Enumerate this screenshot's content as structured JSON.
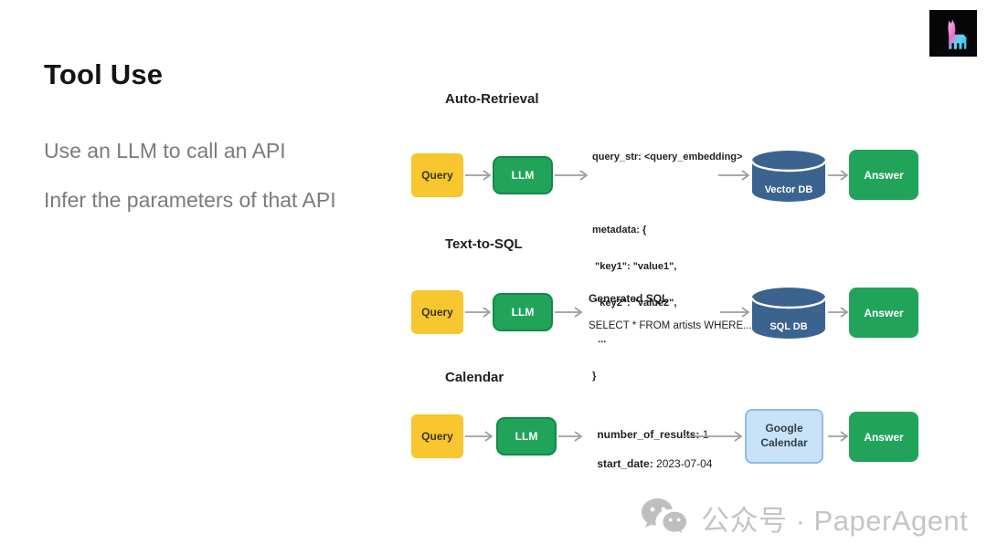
{
  "slide": {
    "title": "Tool Use",
    "bullets": [
      "Use an LLM to call an API",
      "Infer the parameters of that API"
    ]
  },
  "colors": {
    "query_yellow": "#F8C62E",
    "llm_green": "#21A45A",
    "db_blue": "#3A648F",
    "calendar_light_blue": "#C8E2F8",
    "arrow_gray": "#9E9E9E",
    "watermark_gray": "#C5C5C5"
  },
  "rows": [
    {
      "heading": "Auto-Retrieval",
      "query_label": "Query",
      "llm_label": "LLM",
      "payload_lines": [
        "query_str: <query_embedding>",
        "",
        "metadata: {",
        " \"key1\": \"value1\",",
        " \"key2\": \"value2\",",
        "  ...",
        "}"
      ],
      "store_label": "Vector DB",
      "answer_label": "Answer"
    },
    {
      "heading": "Text-to-SQL",
      "query_label": "Query",
      "llm_label": "LLM",
      "payload_title": "Generated SQL",
      "payload_body": "SELECT * FROM artists WHERE...",
      "store_label": "SQL DB",
      "answer_label": "Answer"
    },
    {
      "heading": "Calendar",
      "query_label": "Query",
      "llm_label": "LLM",
      "param1_label": "number_of_results:",
      "param1_value": " 1",
      "param2_label": "start_date:",
      "param2_value": " 2023-07-04",
      "tool_label": [
        "Google",
        "Calendar"
      ],
      "answer_label": "Answer"
    }
  ],
  "watermark": {
    "icon": "wechat-icon",
    "text": "公众号 · PaperAgent"
  }
}
